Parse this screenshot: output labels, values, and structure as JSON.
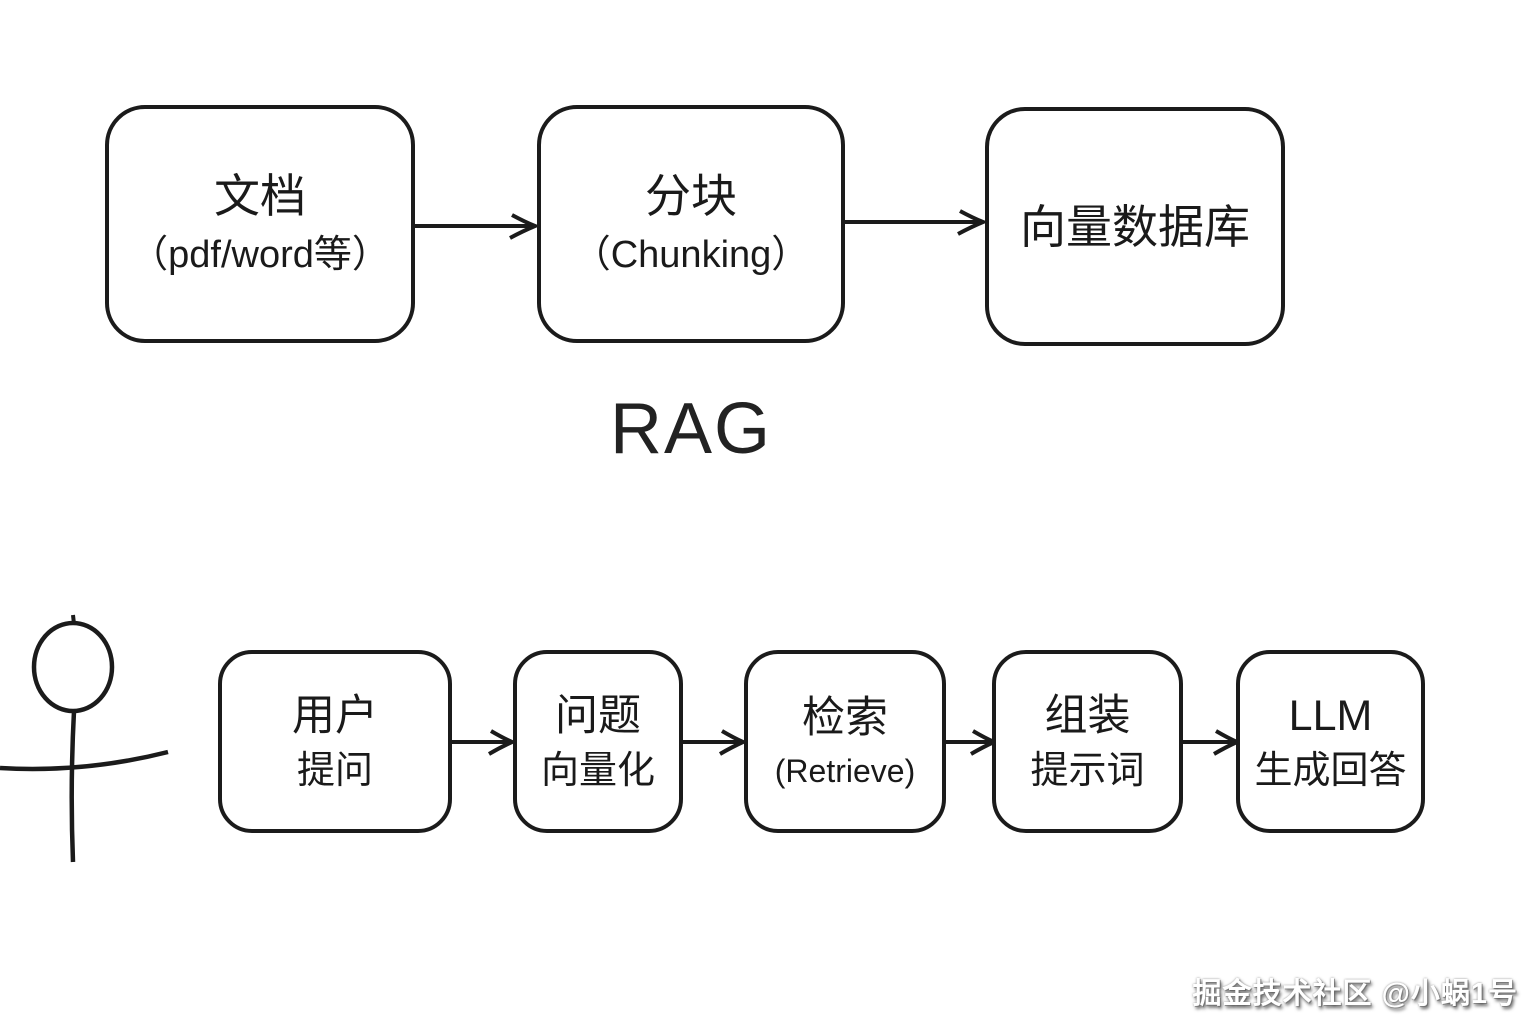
{
  "page": {
    "background": "#ffffff",
    "line_color": "#1b1b1b"
  },
  "title": "RAG",
  "top_flow": {
    "boxes": [
      {
        "line1": "文档",
        "line2": "（pdf/word等）"
      },
      {
        "line1": "分块",
        "line2": "（Chunking）"
      },
      {
        "line1": "向量数据库"
      }
    ]
  },
  "bottom_flow": {
    "actor": "user-stick-figure",
    "boxes": [
      {
        "line1": "用户",
        "line2": "提问"
      },
      {
        "line1": "问题",
        "line2": "向量化"
      },
      {
        "line1": "检索",
        "line2": "(Retrieve)"
      },
      {
        "line1": "组装",
        "line2": "提示词"
      },
      {
        "line1": "LLM",
        "line2": "生成回答"
      }
    ]
  },
  "watermark": "掘金技术社区 @小蜗1号"
}
